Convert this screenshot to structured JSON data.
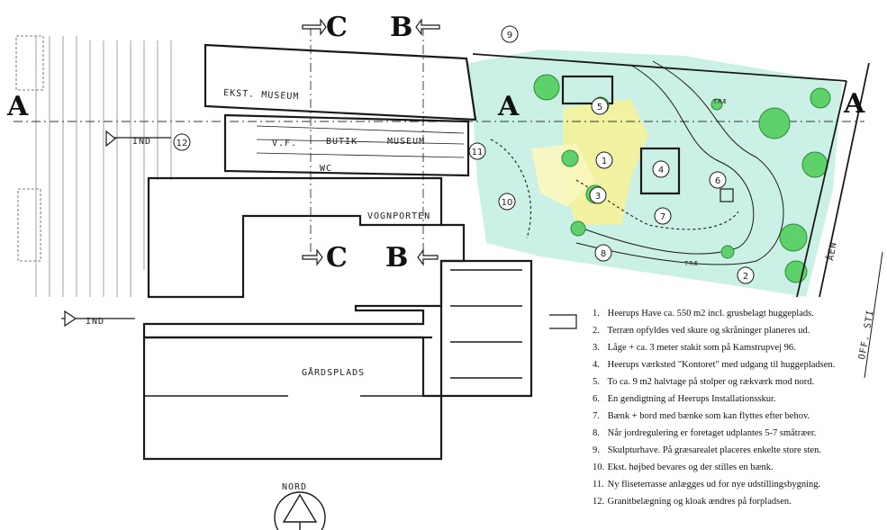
{
  "labels": {
    "ekst_museum": "EKST. MUSEUM",
    "museum": "MUSEUM",
    "butik": "BUTIK",
    "vf": "V.F.",
    "wc": "WC",
    "vognporten": "VOGNPORTEN",
    "gaardsplads": "GÅRDSPLADS",
    "ind_top": "IND",
    "ind_mid": "IND",
    "nord": "NORD",
    "aen": "ÅEN",
    "off_sti": "OFF. STI",
    "trae_1": "TRÆ",
    "trae_2": "TRÆ"
  },
  "section_marks": {
    "a_left": "A",
    "a_mid": "A",
    "a_right": "A",
    "b_top": "B",
    "b_bottom": "B",
    "c_top": "C",
    "c_bottom": "C"
  },
  "callouts": [
    "1",
    "2",
    "3",
    "4",
    "5",
    "6",
    "7",
    "8",
    "9",
    "10",
    "11",
    "12"
  ],
  "legend": [
    {
      "n": "1.",
      "text": "Heerups Have ca. 550 m2 incl. grusbelagt huggeplads."
    },
    {
      "n": "2.",
      "text": "Terræn opfyldes ved skure og skråninger planeres ud."
    },
    {
      "n": "3.",
      "text": "Låge + ca. 3 meter stakit som på Kamstrupvej 96."
    },
    {
      "n": "4.",
      "text": "Heerups værksted \"Kontoret\" med udgang til huggepladsen."
    },
    {
      "n": "5.",
      "text": "To ca. 9 m2 halvtage på stolper og rækværk mod nord."
    },
    {
      "n": "6.",
      "text": "En gendigtning af Heerups Installationsskur."
    },
    {
      "n": "7.",
      "text": "Bænk + bord med bænke som kan flyttes efter behov."
    },
    {
      "n": "8.",
      "text": "Når jordregulering er foretaget udplantes 5-7 småtræer."
    },
    {
      "n": "9.",
      "text": "Skulpturhave. På græsarealet placeres enkelte store sten."
    },
    {
      "n": "10.",
      "text": "Ekst. højbed bevares og der stilles en bænk."
    },
    {
      "n": "11.",
      "text": "Ny fliseterrasse anlægges ud for nye udstillingsbygning."
    },
    {
      "n": "12.",
      "text": "Granitbelægning og kloak ændres på forpladsen."
    }
  ],
  "colors": {
    "lawn": "#b9ecdf",
    "gravel": "#f5f29a",
    "tree": "#5fd16a",
    "ink": "#1a1a1a"
  }
}
